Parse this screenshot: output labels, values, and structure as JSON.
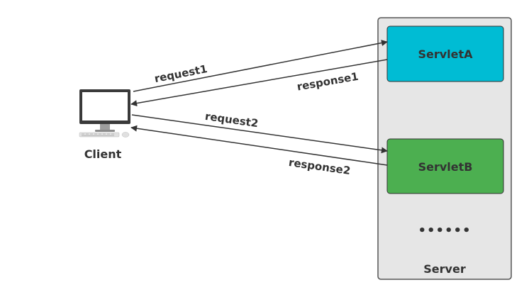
{
  "client": {
    "label": "Client",
    "icon": "desktop-computer-icon"
  },
  "server": {
    "label": "Server",
    "background": "#e6e6e6",
    "border": "#555555"
  },
  "servlets": [
    {
      "name": "ServletA",
      "color": "#00bcd4"
    },
    {
      "name": "ServletB",
      "color": "#4caf50"
    }
  ],
  "more_indicator": "••••••",
  "arrows": [
    {
      "label": "request1",
      "from": "Client",
      "to": "ServletA"
    },
    {
      "label": "response1",
      "from": "ServletA",
      "to": "Client"
    },
    {
      "label": "request2",
      "from": "Client",
      "to": "ServletB"
    },
    {
      "label": "response2",
      "from": "ServletB",
      "to": "Client"
    }
  ]
}
